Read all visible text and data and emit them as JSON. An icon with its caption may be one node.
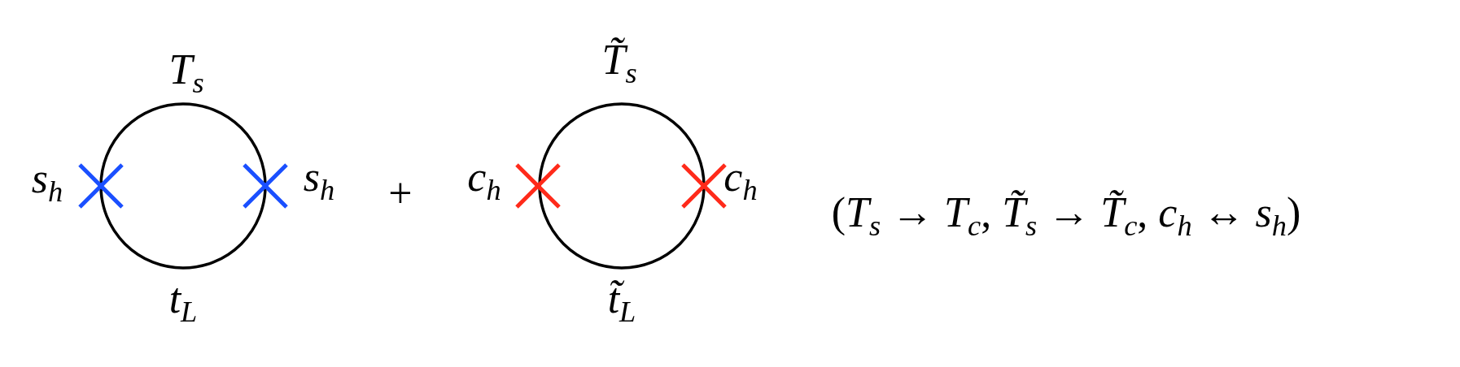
{
  "diagram": {
    "labels": [
      "T$_{s}$",
      "T̃$_{s}$",
      "s$_{h}$",
      "s$_{h}$",
      "+",
      "c$_{h}$",
      "c$_{h}$",
      "(*T*$_{s}$ → *T*$_{c}$, *T̃*$_{s}$ → *T̃*$_{c}$, *c*$_{h}$ ↔ *s*$_{h}$)",
      "t$_{L}$",
      "t̃$_{L}$"
    ]
  }
}
